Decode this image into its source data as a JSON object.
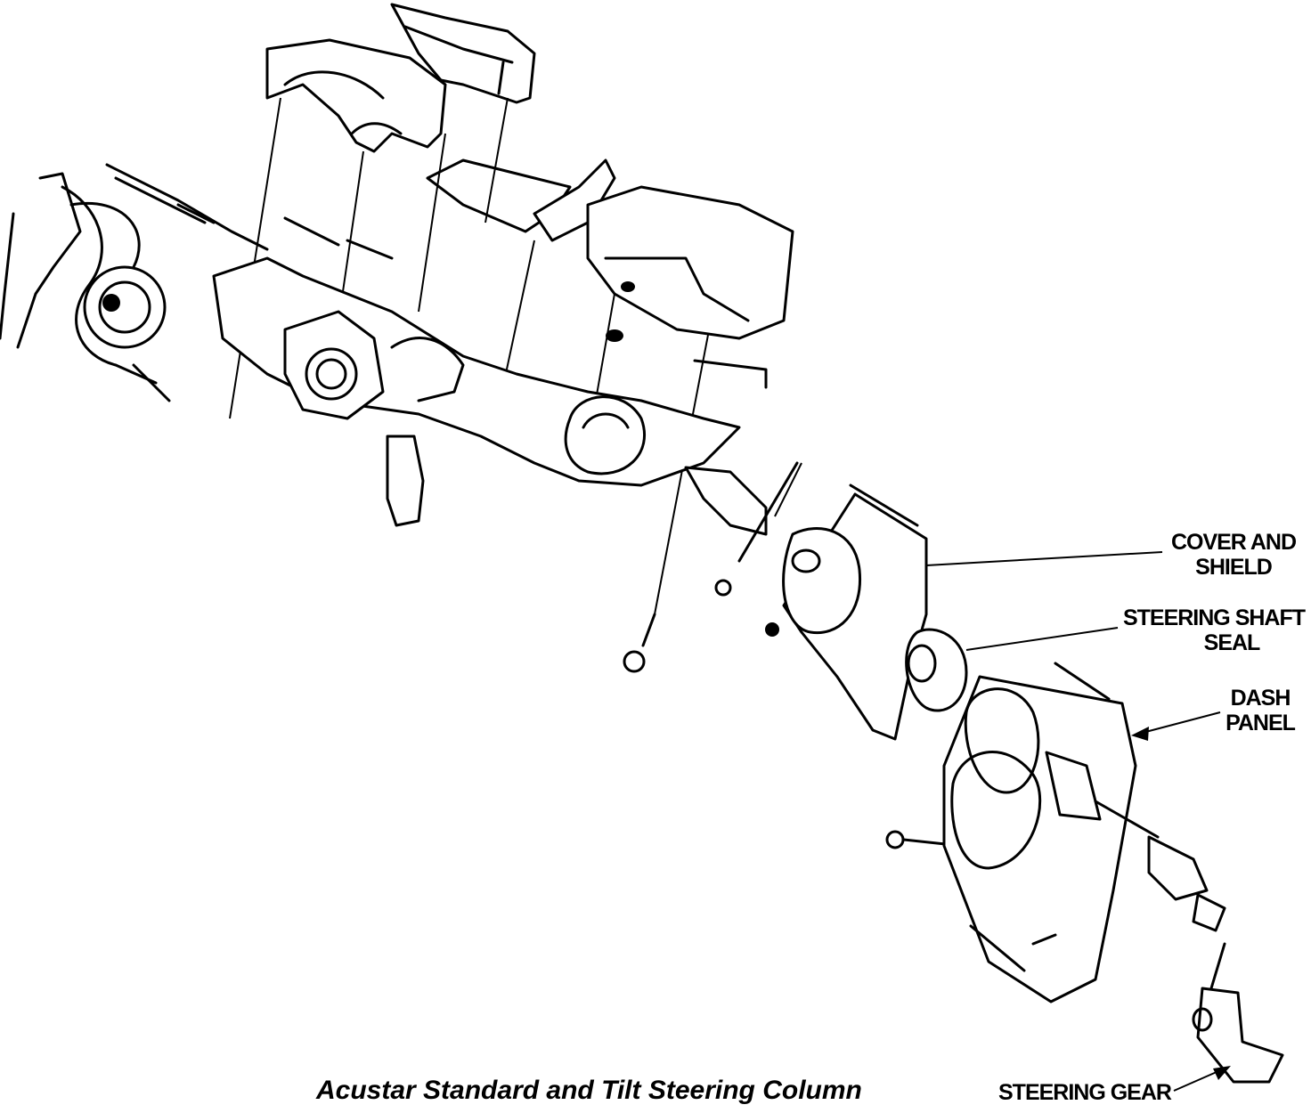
{
  "caption": "Acustar Standard and Tilt Steering Column",
  "labels": {
    "cover_and_shield": [
      "COVER AND",
      "SHIELD"
    ],
    "steering_shaft_seal": [
      "STEERING SHAFT",
      "SEAL"
    ],
    "dash_panel": [
      "DASH",
      "PANEL"
    ],
    "steering_gear": "STEERING GEAR"
  }
}
